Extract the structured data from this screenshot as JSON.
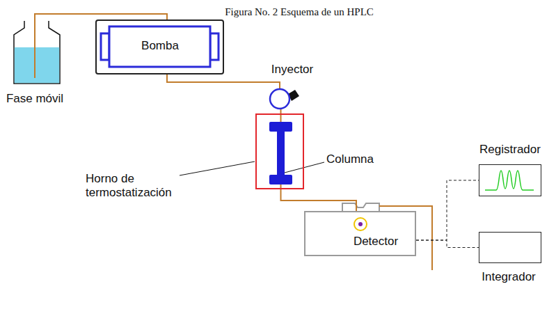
{
  "diagram": {
    "title": "Figura No. 2 Esquema de un HPLC",
    "nodes": [
      {
        "text": [
          "Fase móvil"
        ]
      },
      {
        "text": [
          "Bomba"
        ]
      },
      {
        "text": [
          "Inyector"
        ]
      },
      {
        "text": [
          "Horno de termostatización"
        ]
      },
      {
        "text": [
          "Columna"
        ],
        "in": 3
      },
      {
        "text": [
          "Detector"
        ]
      },
      {
        "text": [
          "Registrador"
        ]
      },
      {
        "text": [
          "Integrador"
        ]
      }
    ],
    "edges": [
      {
        "from": 0,
        "to": 1,
        "arrow": "none"
      },
      {
        "from": 1,
        "to": 2,
        "arrow": "none"
      },
      {
        "from": 2,
        "to": 4,
        "arrow": "none"
      },
      {
        "from": 4,
        "to": 5,
        "arrow": "none"
      },
      {
        "from": 5,
        "to": 6,
        "arrow": "none"
      },
      {
        "from": 5,
        "to": 7,
        "arrow": "none"
      }
    ]
  }
}
